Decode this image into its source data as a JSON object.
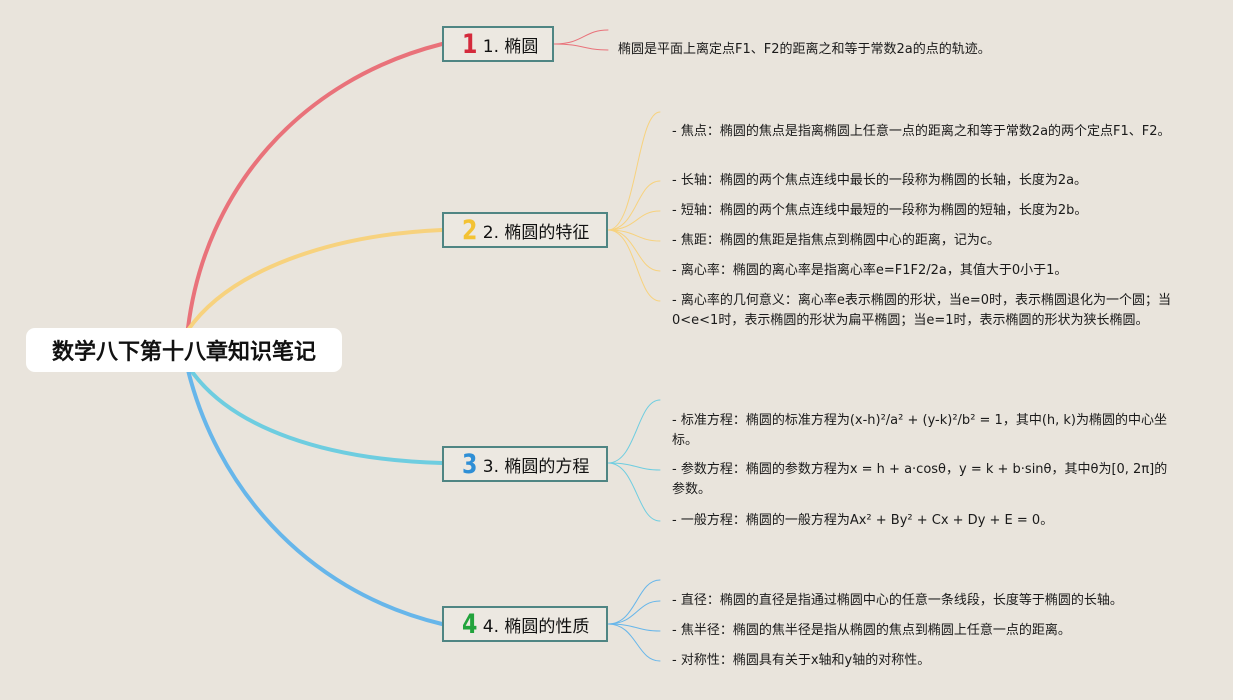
{
  "root": {
    "title": "数学八下第十八章知识笔记"
  },
  "branches": [
    {
      "number": "1",
      "label": "1. 椭圆",
      "color": "#e9727a",
      "number_color": "#d42a3c",
      "leaves": [
        "椭圆是平面上离定点F1、F2的距离之和等于常数2a的点的轨迹。"
      ]
    },
    {
      "number": "2",
      "label": "2. 椭圆的特征",
      "color": "#f7d27e",
      "number_color": "#f3c233",
      "leaves": [
        "- 焦点：椭圆的焦点是指离椭圆上任意一点的距离之和等于常数2a的两个定点F1、F2。",
        "- 长轴：椭圆的两个焦点连线中最长的一段称为椭圆的长轴，长度为2a。",
        "- 短轴：椭圆的两个焦点连线中最短的一段称为椭圆的短轴，长度为2b。",
        "- 焦距：椭圆的焦距是指焦点到椭圆中心的距离，记为c。",
        "- 离心率：椭圆的离心率是指离心率e=F1F2/2a，其值大于0小于1。",
        "- 离心率的几何意义：离心率e表示椭圆的形状，当e=0时，表示椭圆退化为一个圆；当0<e<1时，表示椭圆的形状为扁平椭圆；当e=1时，表示椭圆的形状为狭长椭圆。"
      ]
    },
    {
      "number": "3",
      "label": "3. 椭圆的方程",
      "color": "#6ecde0",
      "number_color": "#2f8fd6",
      "leaves": [
        "- 标准方程：椭圆的标准方程为(x-h)²/a² + (y-k)²/b² = 1，其中(h, k)为椭圆的中心坐标。",
        "- 参数方程：椭圆的参数方程为x = h + a·cosθ，y = k + b·sinθ，其中θ为[0, 2π]的参数。",
        "- 一般方程：椭圆的一般方程为Ax² + By² + Cx + Dy + E = 0。"
      ]
    },
    {
      "number": "4",
      "label": "4. 椭圆的性质",
      "color": "#67b6ea",
      "number_color": "#22a33c",
      "leaves": [
        "- 直径：椭圆的直径是指通过椭圆中心的任意一条线段，长度等于椭圆的长轴。",
        "- 焦半径：椭圆的焦半径是指从椭圆的焦点到椭圆上任意一点的距离。",
        "- 对称性：椭圆具有关于x轴和y轴的对称性。"
      ]
    }
  ]
}
